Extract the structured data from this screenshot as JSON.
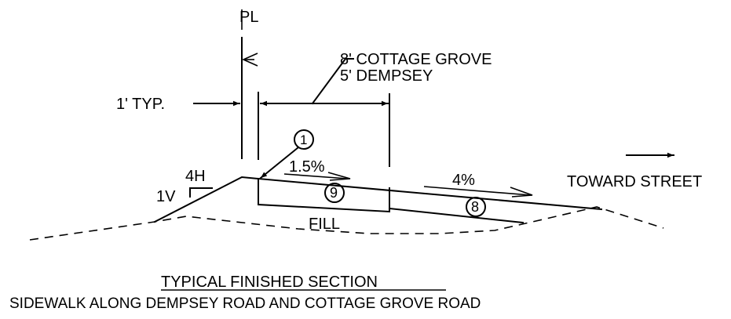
{
  "labels": {
    "property_line": "PL",
    "widths_line1": "8' COTTAGE GROVE",
    "widths_line2": "5' DEMPSEY",
    "typ_offset": "1' TYP.",
    "callout_number": "1",
    "slope_walk": "1.5%",
    "slope_terrace": "4%",
    "toward_street": "TOWARD STREET",
    "slope_h": "4H",
    "slope_v": "1V",
    "material_walk": "9",
    "material_terrace": "8",
    "fill": "FILL",
    "title": "TYPICAL FINISHED SECTION",
    "subtitle": "SIDEWALK ALONG DEMPSEY ROAD AND COTTAGE GROVE ROAD"
  }
}
